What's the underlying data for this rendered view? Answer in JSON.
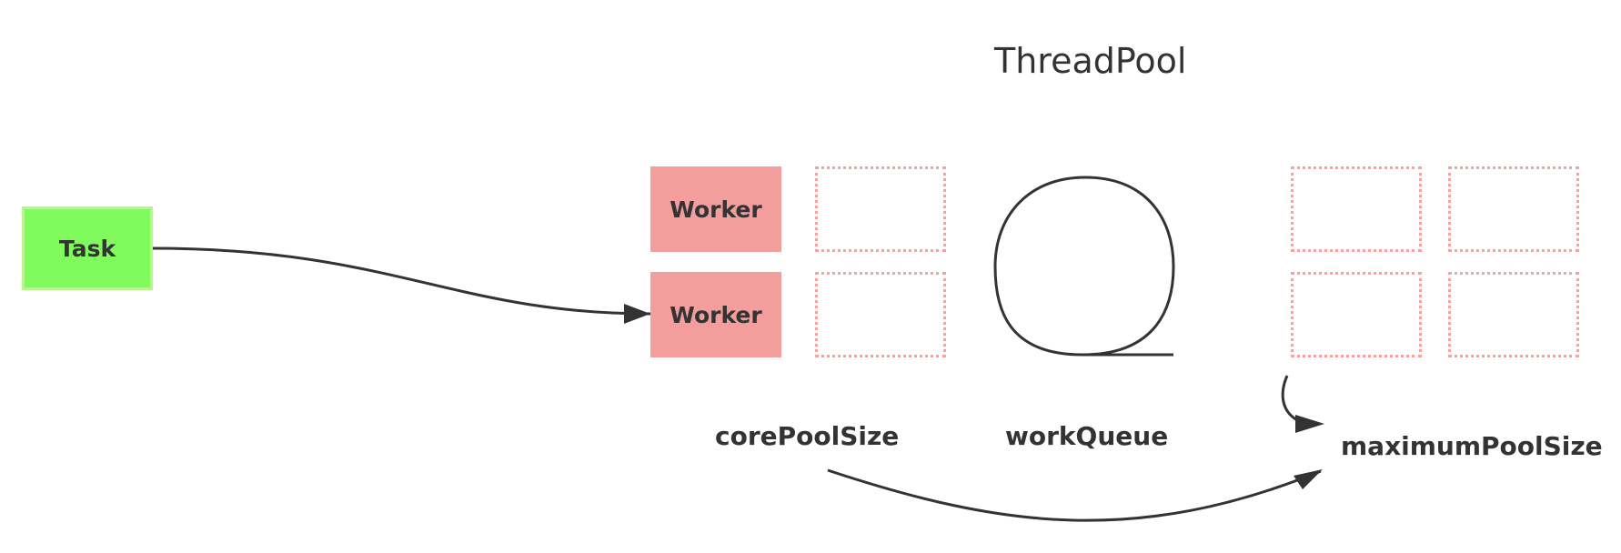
{
  "title": "ThreadPool",
  "task": {
    "label": "Task"
  },
  "workers": [
    {
      "label": "Worker"
    },
    {
      "label": "Worker"
    }
  ],
  "captions": {
    "core": "corePoolSize",
    "queue": "workQueue",
    "max": "maximumPoolSize"
  },
  "colors": {
    "task_fill": "#80fa5c",
    "task_border": "#b7f58f",
    "worker_fill": "#f39e9c",
    "slot_border": "#f2a3a2",
    "stroke": "#333333"
  }
}
